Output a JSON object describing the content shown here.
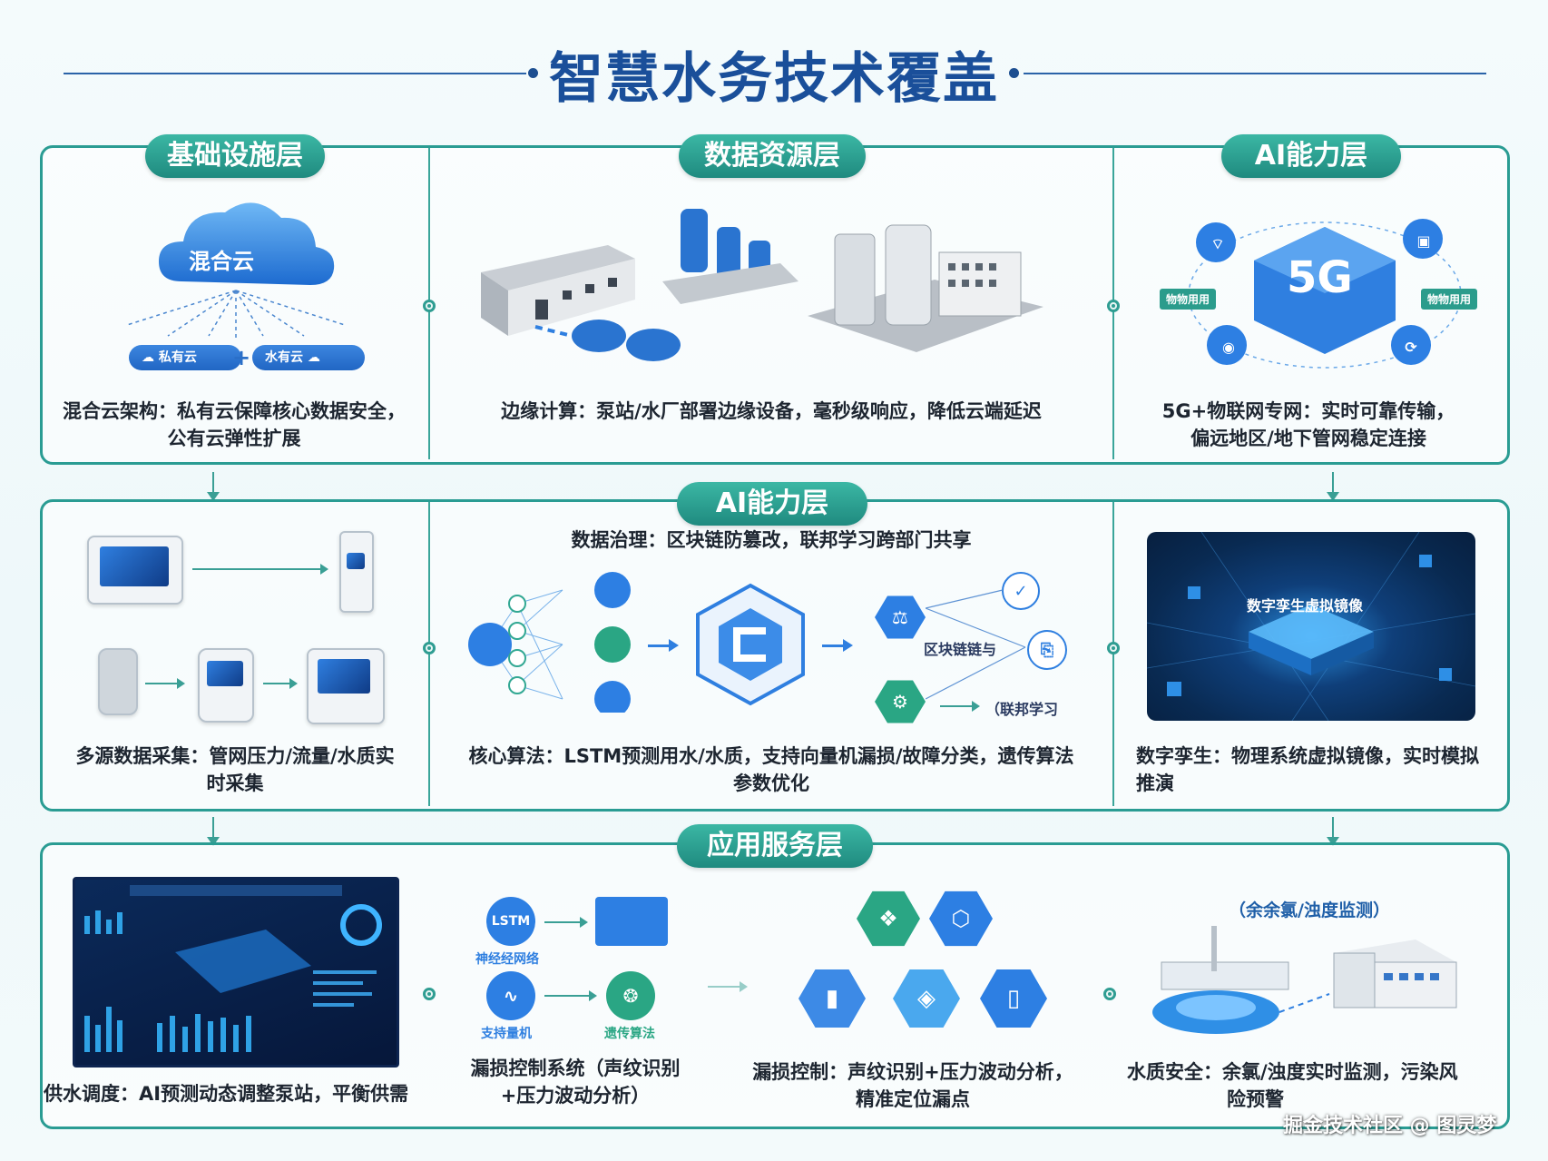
{
  "title": "智慧水务技术覆盖",
  "layers": {
    "infrastructure": "基础设施层",
    "data_resource": "数据资源层",
    "ai_top": "AI能力层",
    "ai_middle": "AI能力层",
    "application": "应用服务层"
  },
  "row1": {
    "hybrid_cloud_label": "混合云",
    "private_cloud": "私有云",
    "public_cloud": "水有云",
    "plus": "+",
    "caption1_line1": "混合云架构：私有云保障核心数据安全，",
    "caption1_line2": "公有云弹性扩展",
    "caption2": "边缘计算：泵站/水厂部署边缘设备，毫秒级响应，降低云端延迟",
    "fiveg_label": "5G",
    "tag_left": "物物用用",
    "tag_right": "物物用用",
    "caption3_line1": "5G+物联网专网：实时可靠传输，",
    "caption3_line2": "偏远地区/地下管网稳定连接"
  },
  "row2": {
    "governance": "数据治理：区块链防篡改，联邦学习跨部门共享",
    "blockchain_label": "区块链链与",
    "federated_label": "（联邦学习",
    "caption1_line1": "多源数据采集：管网压力/流量/水质实",
    "caption1_line2": "时采集",
    "caption2_line1": "核心算法：LSTM预测用水/水质，支持向量机漏损/故障分类，遗传算法",
    "caption2_line2": "参数优化",
    "twin_label": "数字孪生虚拟镜像",
    "caption3_line1": "数字孪生：物理系统虚拟镜像，实时模拟",
    "caption3_line2": "推演"
  },
  "row3": {
    "lstm": "LSTM",
    "nn_label": "神经经网络",
    "svm_label": "支持量机",
    "ga_label": "遗传算法",
    "monitor_label": "（余余氯/浊度监测）",
    "caption1": "供水调度：AI预测动态调整泵站，平衡供需",
    "caption2_line1": "漏损控制系统（声纹识别",
    "caption2_line2": "+压力波动分析）",
    "caption3_line1": "漏损控制：声纹识别+压力波动分析，",
    "caption3_line2": "精准定位漏点",
    "caption4_line1": "水质安全：余氯/浊度实时监测，污染风",
    "caption4_line2": "险预警"
  },
  "watermark": "掘金技术社区 @ 图灵梦",
  "colors": {
    "title": "#1a4f9a",
    "panel_border": "#2a9c93",
    "badge": "#1f8a7f",
    "accent_blue": "#2f7fe0"
  }
}
